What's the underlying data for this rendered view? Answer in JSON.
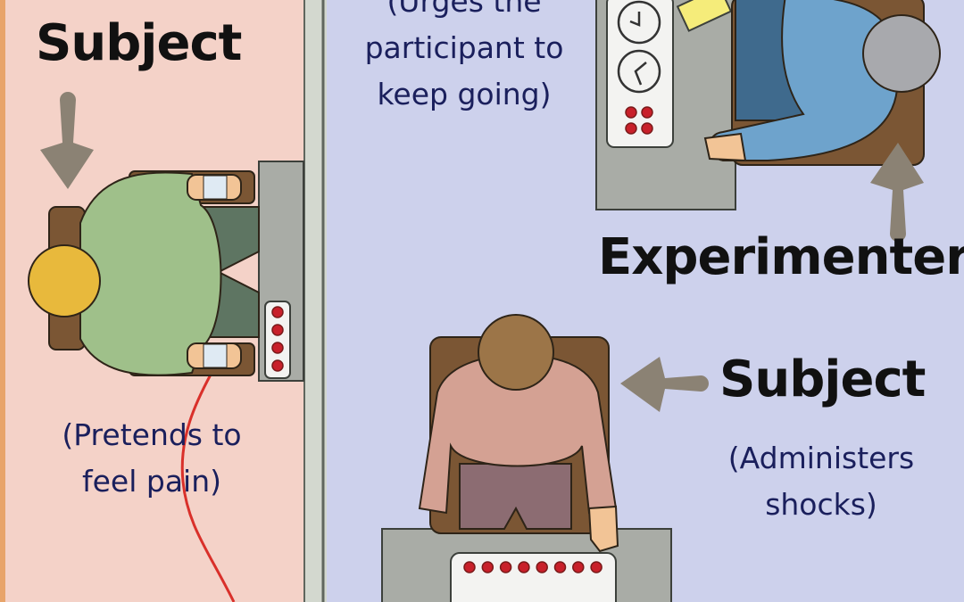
{
  "diagram": {
    "title": "Milgram obedience experiment setup",
    "colors": {
      "learner_room": "#f4d2c8",
      "teacher_room": "#cdd1ec",
      "wall": "#d3d8cf",
      "arrow": "#8b8274",
      "role_text": "#111111",
      "note_text": "#1a1f5c",
      "shock_wire": "#d9302a",
      "button_red": "#c8202a"
    },
    "learner": {
      "role_label": "Subject",
      "note": "(Pretends to feel pain)",
      "arrow_direction": "down",
      "shirt_color": "#9fc08a",
      "hair_color": "#e8b93c",
      "button_count": 4
    },
    "experimenter": {
      "role_label": "Experimenter",
      "note": "(Urges the participant to keep going)",
      "arrow_direction": "up",
      "shirt_color": "#6ea3cc",
      "hair_color": "#a8a9ad",
      "clock_count": 2,
      "button_count": 4
    },
    "teacher": {
      "role_label": "Subject",
      "note": "(Administers shocks)",
      "arrow_direction": "left",
      "shirt_color": "#d4a193",
      "hair_color": "#9c7548",
      "button_count": 8
    }
  }
}
